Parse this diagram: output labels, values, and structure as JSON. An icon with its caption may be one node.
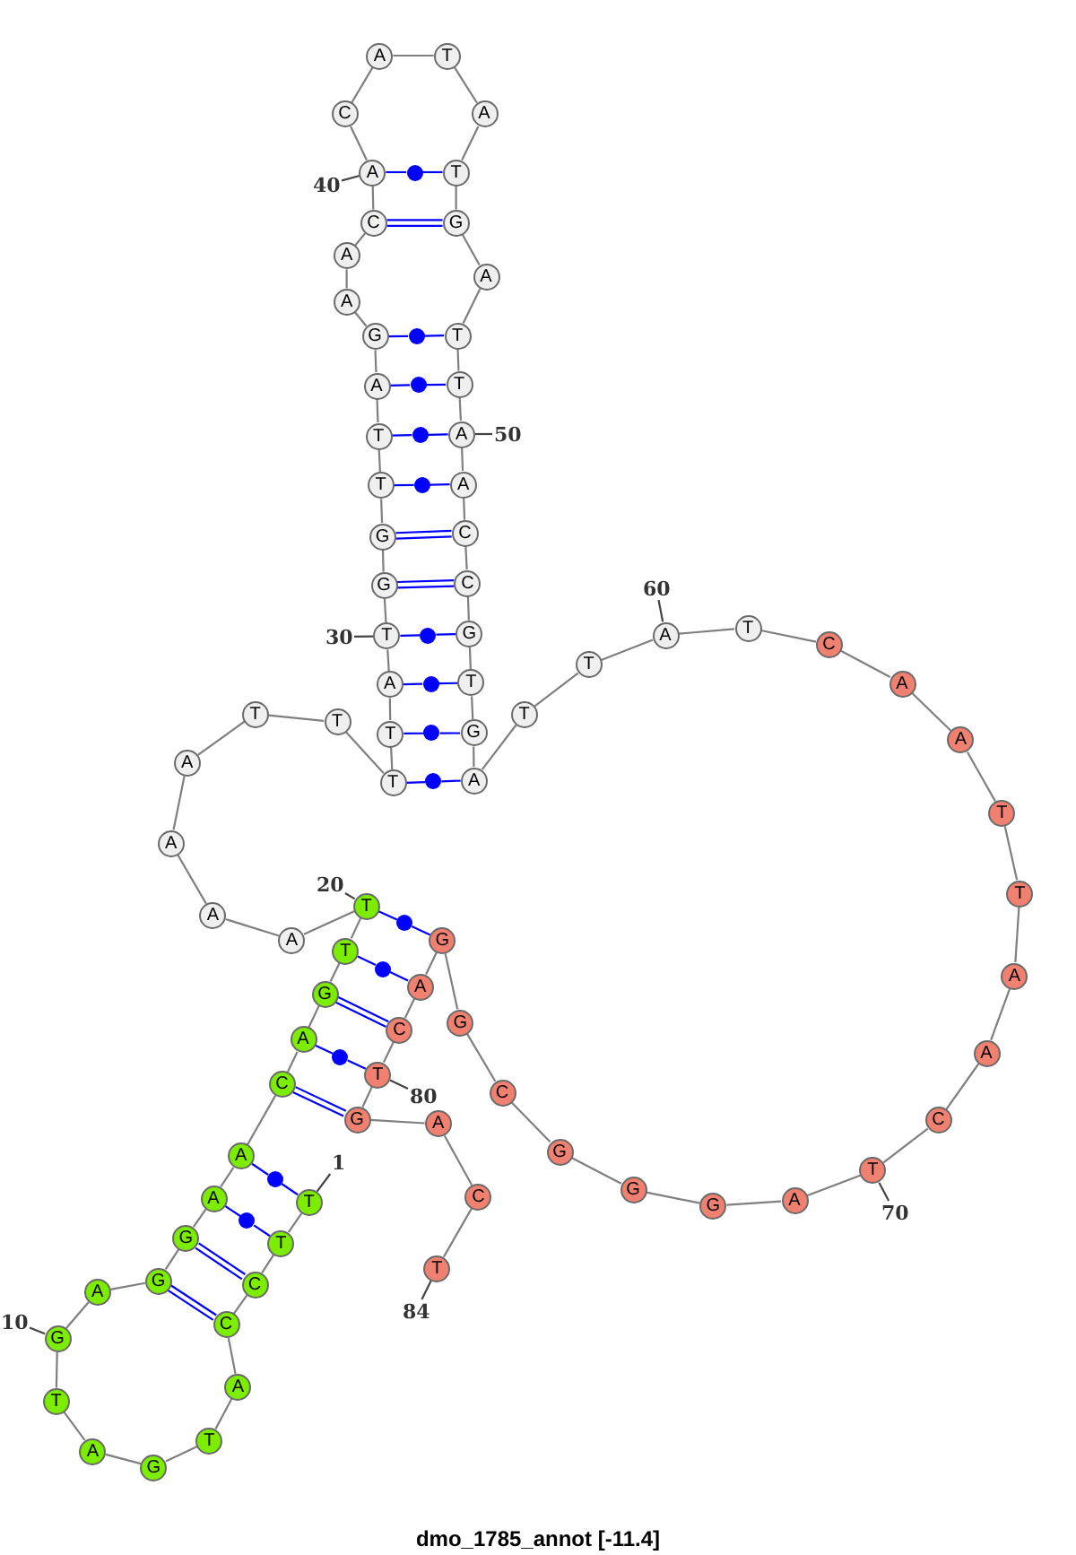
{
  "diagram": {
    "caption": "dmo_1785_annot [-11.4]",
    "nodes": [
      {
        "text": [
          "T"
        ]
      },
      {
        "text": [
          "T"
        ]
      },
      {
        "text": [
          "C"
        ]
      },
      {
        "text": [
          "C"
        ]
      },
      {
        "text": [
          "A"
        ]
      },
      {
        "text": [
          "T"
        ]
      },
      {
        "text": [
          "G"
        ]
      },
      {
        "text": [
          "A"
        ]
      },
      {
        "text": [
          "T"
        ]
      },
      {
        "text": [
          "G"
        ]
      },
      {
        "text": [
          "A"
        ]
      },
      {
        "text": [
          "G"
        ]
      },
      {
        "text": [
          "G"
        ]
      },
      {
        "text": [
          "A"
        ]
      },
      {
        "text": [
          "A"
        ]
      },
      {
        "text": [
          "C"
        ]
      },
      {
        "text": [
          "A"
        ]
      },
      {
        "text": [
          "G"
        ]
      },
      {
        "text": [
          "T"
        ]
      },
      {
        "text": [
          "T"
        ]
      },
      {
        "text": [
          "A"
        ]
      },
      {
        "text": [
          "A"
        ]
      },
      {
        "text": [
          "A"
        ]
      },
      {
        "text": [
          "A"
        ]
      },
      {
        "text": [
          "T"
        ]
      },
      {
        "text": [
          "T"
        ]
      },
      {
        "text": [
          "T"
        ]
      },
      {
        "text": [
          "T"
        ]
      },
      {
        "text": [
          "A"
        ]
      },
      {
        "text": [
          "T"
        ]
      },
      {
        "text": [
          "G"
        ]
      },
      {
        "text": [
          "G"
        ]
      },
      {
        "text": [
          "T"
        ]
      },
      {
        "text": [
          "T"
        ]
      },
      {
        "text": [
          "A"
        ]
      },
      {
        "text": [
          "G"
        ]
      },
      {
        "text": [
          "A"
        ]
      },
      {
        "text": [
          "A"
        ]
      },
      {
        "text": [
          "C"
        ]
      },
      {
        "text": [
          "A"
        ]
      },
      {
        "text": [
          "C"
        ]
      },
      {
        "text": [
          "A"
        ]
      },
      {
        "text": [
          "T"
        ]
      },
      {
        "text": [
          "A"
        ]
      },
      {
        "text": [
          "T"
        ]
      },
      {
        "text": [
          "G"
        ]
      },
      {
        "text": [
          "A"
        ]
      },
      {
        "text": [
          "T"
        ]
      },
      {
        "text": [
          "T"
        ]
      },
      {
        "text": [
          "A"
        ]
      },
      {
        "text": [
          "A"
        ]
      },
      {
        "text": [
          "C"
        ]
      },
      {
        "text": [
          "C"
        ]
      },
      {
        "text": [
          "G"
        ]
      },
      {
        "text": [
          "T"
        ]
      },
      {
        "text": [
          "G"
        ]
      },
      {
        "text": [
          "A"
        ]
      },
      {
        "text": [
          "T"
        ]
      },
      {
        "text": [
          "T"
        ]
      },
      {
        "text": [
          "A"
        ]
      },
      {
        "text": [
          "T"
        ]
      },
      {
        "text": [
          "C"
        ]
      },
      {
        "text": [
          "A"
        ]
      },
      {
        "text": [
          "A"
        ]
      },
      {
        "text": [
          "T"
        ]
      },
      {
        "text": [
          "T"
        ]
      },
      {
        "text": [
          "A"
        ]
      },
      {
        "text": [
          "A"
        ]
      },
      {
        "text": [
          "C"
        ]
      },
      {
        "text": [
          "T"
        ]
      },
      {
        "text": [
          "A"
        ]
      },
      {
        "text": [
          "G"
        ]
      },
      {
        "text": [
          "G"
        ]
      },
      {
        "text": [
          "G"
        ]
      },
      {
        "text": [
          "C"
        ]
      },
      {
        "text": [
          "G"
        ]
      },
      {
        "text": [
          "G"
        ]
      },
      {
        "text": [
          "A"
        ]
      },
      {
        "text": [
          "C"
        ]
      },
      {
        "text": [
          "T"
        ]
      },
      {
        "text": [
          "G"
        ]
      },
      {
        "text": [
          "A"
        ]
      },
      {
        "text": [
          "C"
        ]
      },
      {
        "text": [
          "T"
        ]
      },
      {
        "text": [
          "1"
        ]
      },
      {
        "text": [
          "10"
        ]
      },
      {
        "text": [
          "20"
        ]
      },
      {
        "text": [
          "30"
        ]
      },
      {
        "text": [
          "40"
        ]
      },
      {
        "text": [
          "50"
        ]
      },
      {
        "text": [
          "60"
        ]
      },
      {
        "text": [
          "70"
        ]
      },
      {
        "text": [
          "80"
        ]
      },
      {
        "text": [
          "84"
        ]
      },
      {
        "text": [],
        "shape": "circle"
      },
      {
        "text": [],
        "shape": "circle"
      },
      {
        "text": [],
        "shape": "circle"
      },
      {
        "text": [],
        "shape": "circle"
      },
      {
        "text": [],
        "shape": "circle"
      },
      {
        "text": [],
        "shape": "circle"
      },
      {
        "text": [],
        "shape": "circle"
      },
      {
        "text": [],
        "shape": "circle"
      },
      {
        "text": [],
        "shape": "circle"
      },
      {
        "text": [],
        "shape": "circle"
      },
      {
        "text": [],
        "shape": "circle"
      },
      {
        "text": [],
        "shape": "circle"
      },
      {
        "text": [],
        "shape": "circle"
      },
      {
        "text": [],
        "shape": "circle"
      }
    ],
    "edges": [
      {
        "from": 0,
        "to": 1,
        "arrow": "none"
      },
      {
        "from": 1,
        "to": 2,
        "arrow": "none"
      },
      {
        "from": 2,
        "to": 3,
        "arrow": "none"
      },
      {
        "from": 3,
        "to": 4,
        "arrow": "none"
      },
      {
        "from": 4,
        "to": 5,
        "arrow": "none"
      },
      {
        "from": 5,
        "to": 6,
        "arrow": "none"
      },
      {
        "from": 6,
        "to": 7,
        "arrow": "none"
      },
      {
        "from": 7,
        "to": 8,
        "arrow": "none"
      },
      {
        "from": 8,
        "to": 9,
        "arrow": "none"
      },
      {
        "from": 9,
        "to": 10,
        "arrow": "none"
      },
      {
        "from": 10,
        "to": 11,
        "arrow": "none"
      },
      {
        "from": 11,
        "to": 12,
        "arrow": "none"
      },
      {
        "from": 12,
        "to": 13,
        "arrow": "none"
      },
      {
        "from": 13,
        "to": 14,
        "arrow": "none"
      },
      {
        "from": 14,
        "to": 15,
        "arrow": "none"
      },
      {
        "from": 15,
        "to": 16,
        "arrow": "none"
      },
      {
        "from": 16,
        "to": 17,
        "arrow": "none"
      },
      {
        "from": 17,
        "to": 18,
        "arrow": "none"
      },
      {
        "from": 18,
        "to": 19,
        "arrow": "none"
      },
      {
        "from": 19,
        "to": 20,
        "arrow": "none"
      },
      {
        "from": 20,
        "to": 21,
        "arrow": "none"
      },
      {
        "from": 21,
        "to": 22,
        "arrow": "none"
      },
      {
        "from": 22,
        "to": 23,
        "arrow": "none"
      },
      {
        "from": 23,
        "to": 24,
        "arrow": "none"
      },
      {
        "from": 24,
        "to": 25,
        "arrow": "none"
      },
      {
        "from": 25,
        "to": 26,
        "arrow": "none"
      },
      {
        "from": 26,
        "to": 27,
        "arrow": "none"
      },
      {
        "from": 27,
        "to": 28,
        "arrow": "none"
      },
      {
        "from": 28,
        "to": 29,
        "arrow": "none"
      },
      {
        "from": 29,
        "to": 30,
        "arrow": "none"
      },
      {
        "from": 30,
        "to": 31,
        "arrow": "none"
      },
      {
        "from": 31,
        "to": 32,
        "arrow": "none"
      },
      {
        "from": 32,
        "to": 33,
        "arrow": "none"
      },
      {
        "from": 33,
        "to": 34,
        "arrow": "none"
      },
      {
        "from": 34,
        "to": 35,
        "arrow": "none"
      },
      {
        "from": 35,
        "to": 36,
        "arrow": "none"
      },
      {
        "from": 36,
        "to": 37,
        "arrow": "none"
      },
      {
        "from": 37,
        "to": 38,
        "arrow": "none"
      },
      {
        "from": 38,
        "to": 39,
        "arrow": "none"
      },
      {
        "from": 39,
        "to": 40,
        "arrow": "none"
      },
      {
        "from": 40,
        "to": 41,
        "arrow": "none"
      },
      {
        "from": 41,
        "to": 42,
        "arrow": "none"
      },
      {
        "from": 42,
        "to": 43,
        "arrow": "none"
      },
      {
        "from": 43,
        "to": 44,
        "arrow": "none"
      },
      {
        "from": 44,
        "to": 45,
        "arrow": "none"
      },
      {
        "from": 45,
        "to": 46,
        "arrow": "none"
      },
      {
        "from": 46,
        "to": 47,
        "arrow": "none"
      },
      {
        "from": 47,
        "to": 48,
        "arrow": "none"
      },
      {
        "from": 48,
        "to": 49,
        "arrow": "none"
      },
      {
        "from": 49,
        "to": 50,
        "arrow": "none"
      },
      {
        "from": 50,
        "to": 51,
        "arrow": "none"
      },
      {
        "from": 51,
        "to": 52,
        "arrow": "none"
      },
      {
        "from": 52,
        "to": 53,
        "arrow": "none"
      },
      {
        "from": 53,
        "to": 54,
        "arrow": "none"
      },
      {
        "from": 54,
        "to": 55,
        "arrow": "none"
      },
      {
        "from": 55,
        "to": 56,
        "arrow": "none"
      },
      {
        "from": 56,
        "to": 57,
        "arrow": "none"
      },
      {
        "from": 57,
        "to": 58,
        "arrow": "none"
      },
      {
        "from": 58,
        "to": 59,
        "arrow": "none"
      },
      {
        "from": 59,
        "to": 60,
        "arrow": "none"
      },
      {
        "from": 60,
        "to": 61,
        "arrow": "none"
      },
      {
        "from": 61,
        "to": 62,
        "arrow": "none"
      },
      {
        "from": 62,
        "to": 63,
        "arrow": "none"
      },
      {
        "from": 63,
        "to": 64,
        "arrow": "none"
      },
      {
        "from": 64,
        "to": 65,
        "arrow": "none"
      },
      {
        "from": 65,
        "to": 66,
        "arrow": "none"
      },
      {
        "from": 66,
        "to": 67,
        "arrow": "none"
      },
      {
        "from": 67,
        "to": 68,
        "arrow": "none"
      },
      {
        "from": 68,
        "to": 69,
        "arrow": "none"
      },
      {
        "from": 69,
        "to": 70,
        "arrow": "none"
      },
      {
        "from": 70,
        "to": 71,
        "arrow": "none"
      },
      {
        "from": 71,
        "to": 72,
        "arrow": "none"
      },
      {
        "from": 72,
        "to": 73,
        "arrow": "none"
      },
      {
        "from": 73,
        "to": 74,
        "arrow": "none"
      },
      {
        "from": 74,
        "to": 75,
        "arrow": "none"
      },
      {
        "from": 75,
        "to": 76,
        "arrow": "none"
      },
      {
        "from": 76,
        "to": 77,
        "arrow": "none"
      },
      {
        "from": 77,
        "to": 78,
        "arrow": "none"
      },
      {
        "from": 78,
        "to": 79,
        "arrow": "none"
      },
      {
        "from": 79,
        "to": 80,
        "arrow": "none"
      },
      {
        "from": 80,
        "to": 81,
        "arrow": "none"
      },
      {
        "from": 81,
        "to": 82,
        "arrow": "none"
      },
      {
        "from": 82,
        "to": 83,
        "arrow": "none"
      },
      {
        "from": 0,
        "to": 106,
        "arrow": "none",
        "color": "#0000ff"
      },
      {
        "from": 106,
        "to": 14,
        "arrow": "none",
        "color": "#0000ff"
      },
      {
        "from": 1,
        "to": 107,
        "arrow": "none",
        "color": "#0000ff"
      },
      {
        "from": 107,
        "to": 13,
        "arrow": "none",
        "color": "#0000ff"
      },
      {
        "from": 2,
        "to": 12,
        "arrow": "none",
        "color": "#0000ff"
      },
      {
        "from": 2,
        "to": 12,
        "arrow": "none",
        "color": "#0000ff"
      },
      {
        "from": 3,
        "to": 11,
        "arrow": "none",
        "color": "#0000ff"
      },
      {
        "from": 3,
        "to": 11,
        "arrow": "none",
        "color": "#0000ff"
      },
      {
        "from": 15,
        "to": 80,
        "arrow": "none",
        "color": "#0000ff"
      },
      {
        "from": 15,
        "to": 80,
        "arrow": "none",
        "color": "#0000ff"
      },
      {
        "from": 16,
        "to": 105,
        "arrow": "none",
        "color": "#0000ff"
      },
      {
        "from": 105,
        "to": 79,
        "arrow": "none",
        "color": "#0000ff"
      },
      {
        "from": 17,
        "to": 78,
        "arrow": "none",
        "color": "#0000ff"
      },
      {
        "from": 17,
        "to": 78,
        "arrow": "none",
        "color": "#0000ff"
      },
      {
        "from": 18,
        "to": 104,
        "arrow": "none",
        "color": "#0000ff"
      },
      {
        "from": 104,
        "to": 77,
        "arrow": "none",
        "color": "#0000ff"
      },
      {
        "from": 19,
        "to": 103,
        "arrow": "none",
        "color": "#0000ff"
      },
      {
        "from": 103,
        "to": 76,
        "arrow": "none",
        "color": "#0000ff"
      },
      {
        "from": 26,
        "to": 102,
        "arrow": "none",
        "color": "#0000ff"
      },
      {
        "from": 102,
        "to": 56,
        "arrow": "none",
        "color": "#0000ff"
      },
      {
        "from": 27,
        "to": 101,
        "arrow": "none",
        "color": "#0000ff"
      },
      {
        "from": 101,
        "to": 55,
        "arrow": "none",
        "color": "#0000ff"
      },
      {
        "from": 28,
        "to": 100,
        "arrow": "none",
        "color": "#0000ff"
      },
      {
        "from": 100,
        "to": 54,
        "arrow": "none",
        "color": "#0000ff"
      },
      {
        "from": 29,
        "to": 99,
        "arrow": "none",
        "color": "#0000ff"
      },
      {
        "from": 99,
        "to": 53,
        "arrow": "none",
        "color": "#0000ff"
      },
      {
        "from": 30,
        "to": 52,
        "arrow": "none",
        "color": "#0000ff"
      },
      {
        "from": 30,
        "to": 52,
        "arrow": "none",
        "color": "#0000ff"
      },
      {
        "from": 31,
        "to": 51,
        "arrow": "none",
        "color": "#0000ff"
      },
      {
        "from": 31,
        "to": 51,
        "arrow": "none",
        "color": "#0000ff"
      },
      {
        "from": 32,
        "to": 98,
        "arrow": "none",
        "color": "#0000ff"
      },
      {
        "from": 98,
        "to": 50,
        "arrow": "none",
        "color": "#0000ff"
      },
      {
        "from": 33,
        "to": 97,
        "arrow": "none",
        "color": "#0000ff"
      },
      {
        "from": 97,
        "to": 49,
        "arrow": "none",
        "color": "#0000ff"
      },
      {
        "from": 34,
        "to": 96,
        "arrow": "none",
        "color": "#0000ff"
      },
      {
        "from": 96,
        "to": 48,
        "arrow": "none",
        "color": "#0000ff"
      },
      {
        "from": 35,
        "to": 95,
        "arrow": "none",
        "color": "#0000ff"
      },
      {
        "from": 95,
        "to": 47,
        "arrow": "none",
        "color": "#0000ff"
      },
      {
        "from": 38,
        "to": 45,
        "arrow": "none",
        "color": "#0000ff"
      },
      {
        "from": 38,
        "to": 45,
        "arrow": "none",
        "color": "#0000ff"
      },
      {
        "from": 39,
        "to": 94,
        "arrow": "none",
        "color": "#0000ff"
      },
      {
        "from": 94,
        "to": 44,
        "arrow": "none",
        "color": "#0000ff"
      },
      {
        "from": 84,
        "to": 0,
        "arrow": "none",
        "color": "#444444"
      },
      {
        "from": 85,
        "to": 9,
        "arrow": "none",
        "color": "#444444"
      },
      {
        "from": 86,
        "to": 19,
        "arrow": "none",
        "color": "#444444"
      },
      {
        "from": 87,
        "to": 29,
        "arrow": "none",
        "color": "#444444"
      },
      {
        "from": 88,
        "to": 39,
        "arrow": "none",
        "color": "#444444"
      },
      {
        "from": 89,
        "to": 49,
        "arrow": "none",
        "color": "#444444"
      },
      {
        "from": 90,
        "to": 59,
        "arrow": "none",
        "color": "#444444"
      },
      {
        "from": 91,
        "to": 69,
        "arrow": "none",
        "color": "#444444"
      },
      {
        "from": 92,
        "to": 79,
        "arrow": "none",
        "color": "#444444"
      },
      {
        "from": 93,
        "to": 83,
        "arrow": "none",
        "color": "#444444"
      }
    ]
  }
}
